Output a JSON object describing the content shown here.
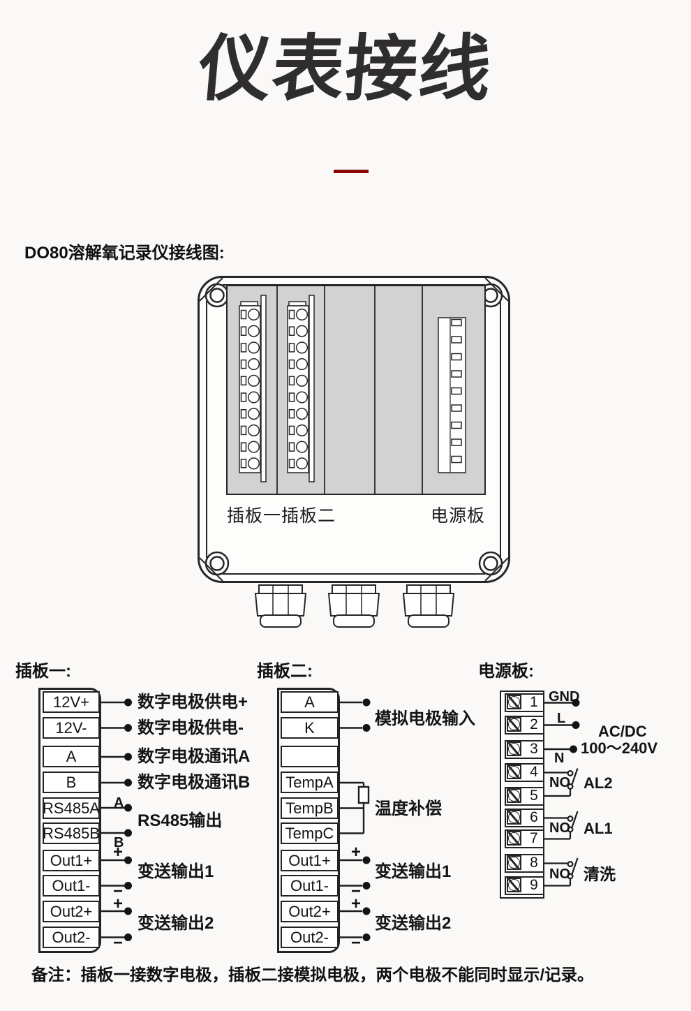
{
  "page": {
    "title": "仪表接线",
    "subtitle": "DO80溶解氧记录仪接线图:",
    "note": "备注：插板一接数字电极，插板二接模拟电极，两个电极不能同时显示/记录。"
  },
  "device": {
    "board1_label": "插板一",
    "board2_label": "插板二",
    "power_label": "电源板"
  },
  "board1": {
    "heading": "插板一:",
    "terminals": [
      "12V+",
      "12V-",
      "A",
      "B",
      "RS485A",
      "RS485B",
      "Out1+",
      "Out1-",
      "Out2+",
      "Out2-"
    ],
    "labels": {
      "supply_plus": "数字电极供电+",
      "supply_minus": "数字电极供电-",
      "comm_a": "数字电极通讯A",
      "comm_b": "数字电极通讯B",
      "rs485": "RS485输出",
      "out1": "变送输出1",
      "out2": "变送输出2"
    },
    "marks": {
      "a": "A",
      "b": "B",
      "plus": "+",
      "minus": "−"
    }
  },
  "board2": {
    "heading": "插板二:",
    "terminals": [
      "A",
      "K",
      "",
      "TempA",
      "TempB",
      "TempC",
      "Out1+",
      "Out1-",
      "Out2+",
      "Out2-"
    ],
    "labels": {
      "analog_input": "模拟电极输入",
      "temp_comp": "温度补偿",
      "out1": "变送输出1",
      "out2": "变送输出2"
    },
    "marks": {
      "plus": "+",
      "minus": "−"
    }
  },
  "power": {
    "heading": "电源板:",
    "terminals": [
      "1",
      "2",
      "3",
      "4",
      "5",
      "6",
      "7",
      "8",
      "9"
    ],
    "labels": {
      "gnd": "GND",
      "l": "L",
      "n": "N",
      "acdc": "AC/DC",
      "range": "100～240V",
      "no": "NO",
      "al2": "AL2",
      "al1": "AL1",
      "clean": "清洗"
    }
  }
}
